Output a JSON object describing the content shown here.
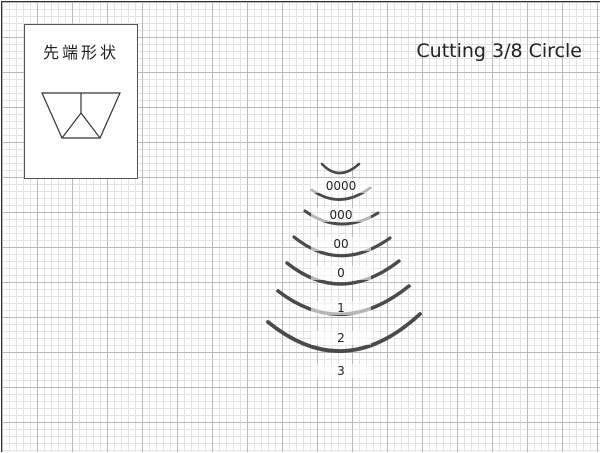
{
  "header": {
    "title": "Cutting 3/8 Circle"
  },
  "tip_shape": {
    "label": "先端形状",
    "icon": "triangle-cutting-tip-icon"
  },
  "needle_sizes": [
    "0000",
    "000",
    "00",
    "0",
    "1",
    "2",
    "3"
  ],
  "colors": {
    "grid_major": "#b9b9b9",
    "grid_minor": "#e4e4e4",
    "needle": "#4a4a4a"
  }
}
